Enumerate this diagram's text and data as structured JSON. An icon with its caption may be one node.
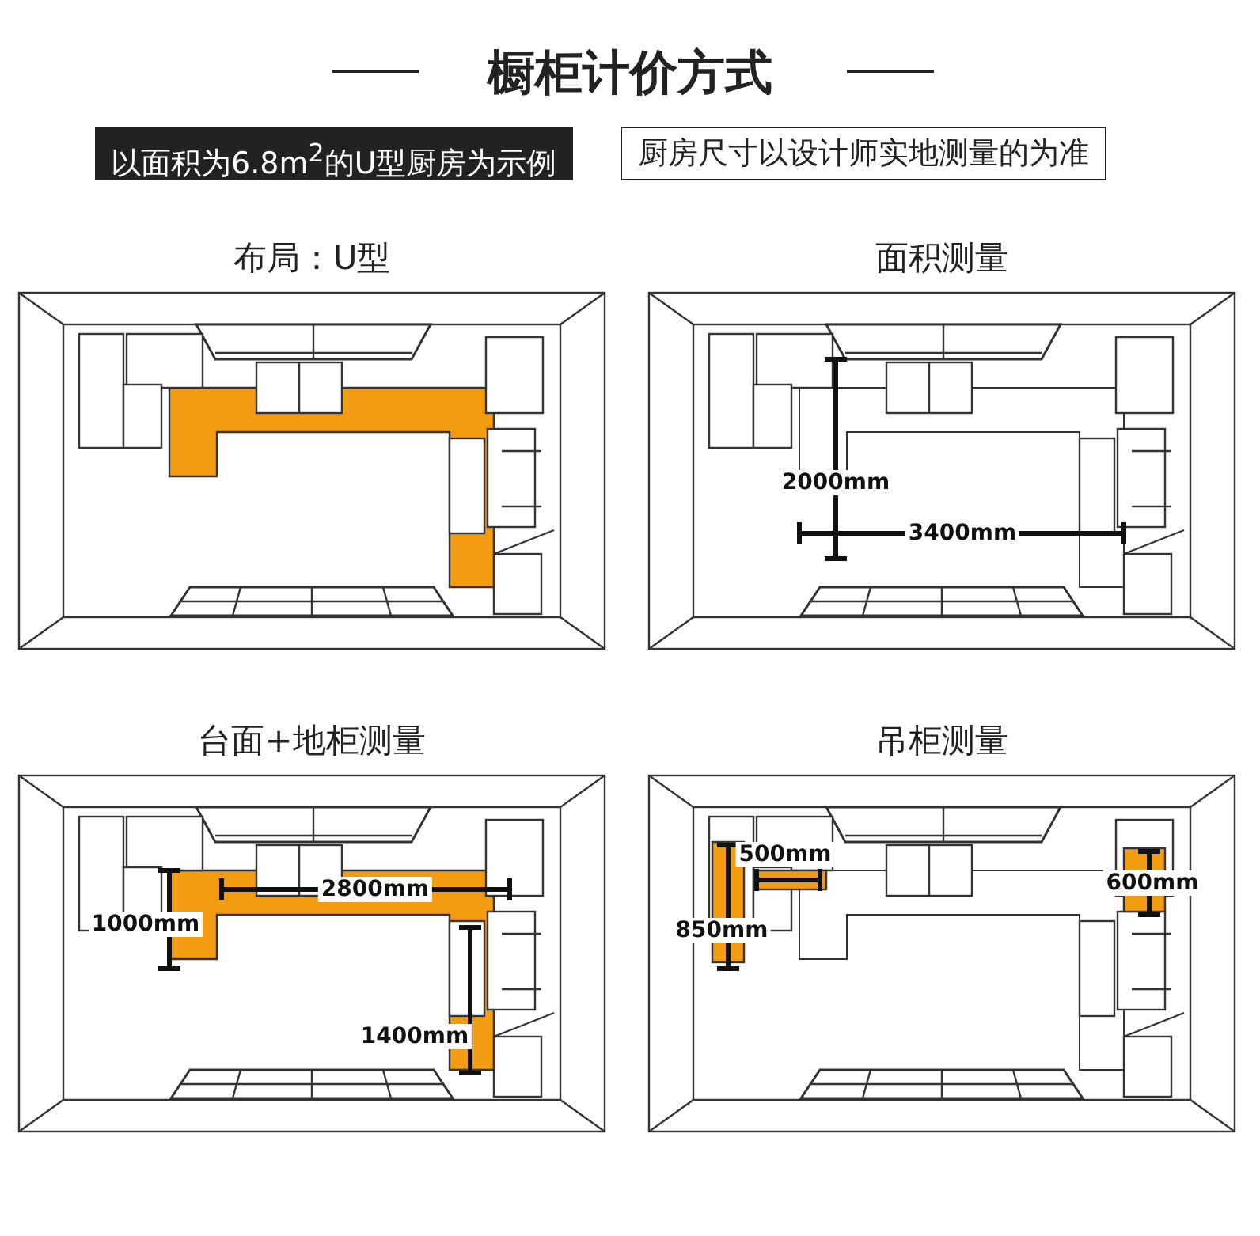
{
  "diagram": {
    "title": "橱柜计价方式",
    "labels": [
      "以面积为6.8m$^{2}$的U型厨房为示例",
      "厨房尺寸以设计师实地测量的为准",
      "布局：U型",
      "面积测量",
      "2000mm",
      "3400mm",
      "台面+地柜测量",
      "1000mm",
      "2800mm",
      "1400mm",
      "吊柜测量",
      "500mm",
      "850mm",
      "600mm"
    ]
  }
}
